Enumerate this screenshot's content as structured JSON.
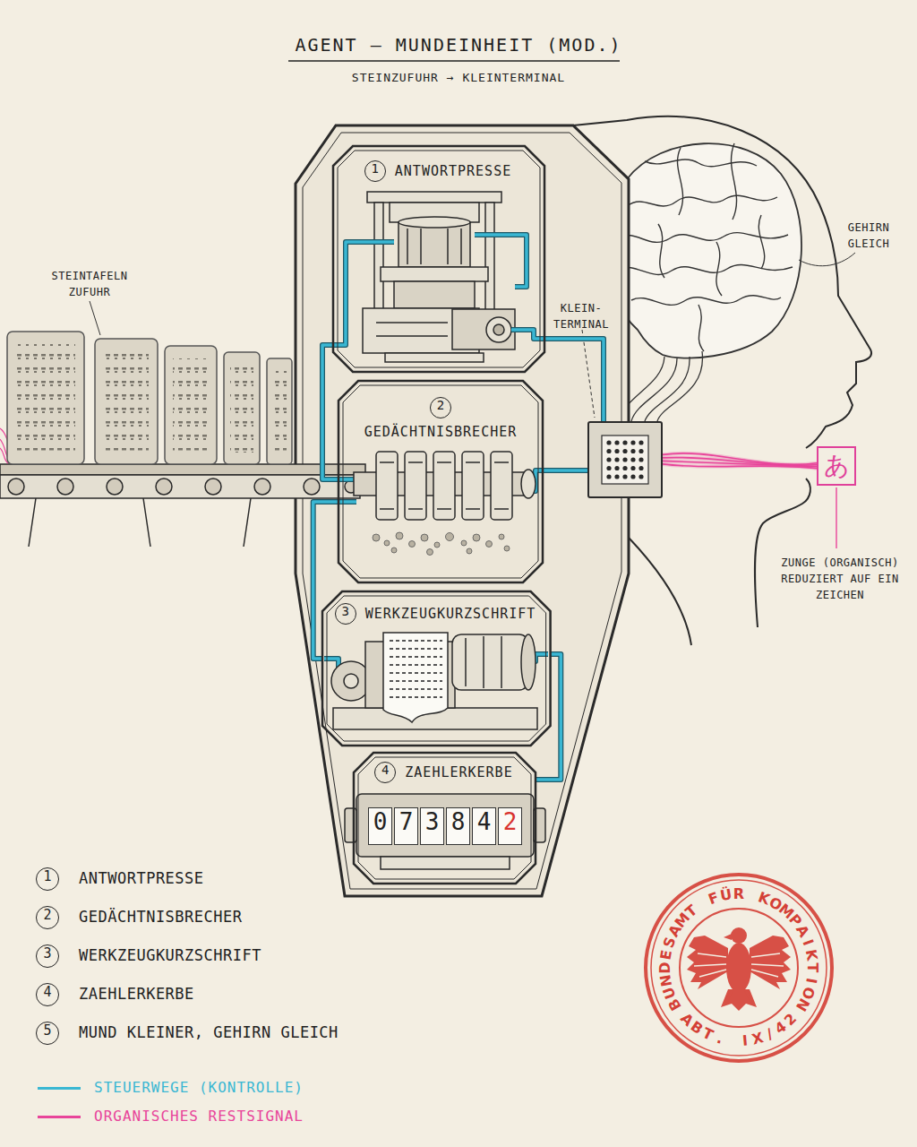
{
  "diagram": {
    "title": "AGENT – MUNDEINHEIT (MOD.)",
    "nodes": [
      {
        "text": [
          "1",
          "ANTWORTPRESSE"
        ]
      },
      {
        "text": [
          "2",
          "GEDÄCHTNISBRECHER"
        ]
      },
      {
        "text": [
          "3",
          "WERKZEUGKURZSCHRIFT"
        ]
      },
      {
        "text": [
          "4",
          "ZAEHLERKERBE"
        ]
      },
      {
        "text": [
          "0",
          "7",
          "3",
          "8",
          "4",
          "2"
        ],
        "in": 3
      },
      {
        "text": [
          "KLEIN- TERMINAL"
        ]
      },
      {
        "text": [
          "あ"
        ]
      },
      {
        "text": [
          "BUNDESAMT FÜR KOMPAIKTION",
          "ABT. IX/42"
        ]
      }
    ],
    "edges": [
      {
        "from": 0,
        "to": 1,
        "arrow": "none"
      },
      {
        "from": 0,
        "to": 5,
        "arrow": "none"
      },
      {
        "from": 1,
        "to": 5,
        "arrow": "none"
      },
      {
        "from": 1,
        "to": 2,
        "arrow": "none"
      },
      {
        "from": 2,
        "to": 3,
        "arrow": "none"
      },
      {
        "from": 5,
        "to": 6,
        "arrow": "none"
      }
    ],
    "labels": [
      "STEINZUFUHR → KLEINTERMINAL",
      "STEINTAFELN ZUFUHR",
      "GEHIRN GLEICH",
      "ZUNGE (ORGANISCH) REDUZIERT AUF EIN ZEICHEN",
      "1",
      "ANTWORTPRESSE",
      "2",
      "GEDÄCHTNISBRECHER",
      "3",
      "WERKZEUGKURZSCHRIFT",
      "4",
      "ZAEHLERKERBE",
      "5",
      "MUND KLEINER, GEHIRN GLEICH"
    ],
    "legend": [
      {
        "text": "STEUERWEGE (KONTROLLE)",
        "color": "#3ab7d3"
      },
      {
        "text": "ORGANISCHES RESTSIGNAL",
        "color": "#e8449a"
      }
    ]
  }
}
